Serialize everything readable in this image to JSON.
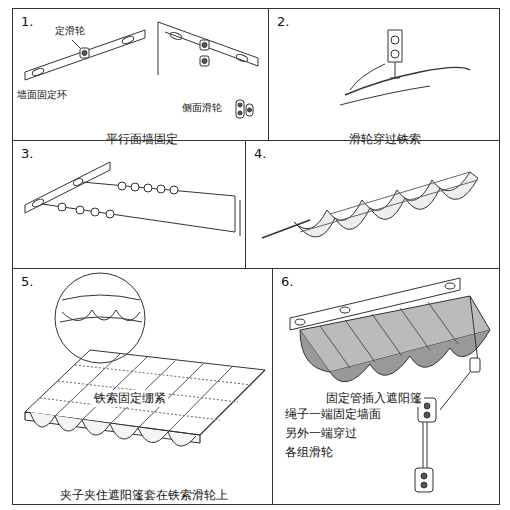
{
  "diagram": {
    "nodes": [
      {
        "text": [
          "1.",
          "平行面墙固定"
        ]
      },
      {
        "text": [
          "2.",
          "滑轮穿过铁索"
        ]
      },
      {
        "text": [
          "3.",
          "铁索固定绷紧"
        ]
      },
      {
        "text": [
          "4.",
          "固定管插入遮阳篷"
        ]
      },
      {
        "text": [
          "5.",
          "夹子夹住遮阳篷套在铁索滑轮上"
        ]
      },
      {
        "text": [
          "6.",
          "绳子一端固定墙面 另外一端穿过 各组滑轮"
        ]
      }
    ],
    "labels": [
      "定滑轮",
      "墙面固定环",
      "侧面滑轮"
    ]
  }
}
